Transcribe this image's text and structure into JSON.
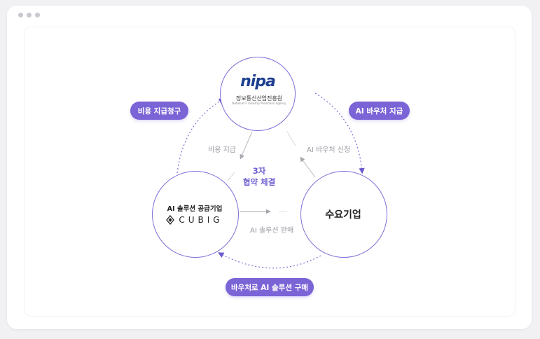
{
  "nipa": {
    "logo_text": "nipa",
    "name_kr": "정보통신산업진흥원",
    "name_en": "National IT Industry Promotion Agency"
  },
  "supplier": {
    "label": "AI 솔루션 공급기업",
    "logo_text": "CUBIG"
  },
  "demand": {
    "label": "수요기업"
  },
  "center": {
    "line1": "3자",
    "line2": "협약 체결"
  },
  "pills": {
    "cost_claim": "비용 지급청구",
    "voucher_payment": "AI 바우처 지급",
    "purchase": "바우처로 AI 솔루션 구매"
  },
  "flows": {
    "cost_payment": "비용 지급",
    "voucher_apply": "AI 바우처 신청",
    "solution_sale": "AI 솔루션 판매"
  },
  "colors": {
    "accent": "#7a64d6",
    "circle_border": "#7b6fd6",
    "nipa_blue": "#1d3f8f"
  }
}
